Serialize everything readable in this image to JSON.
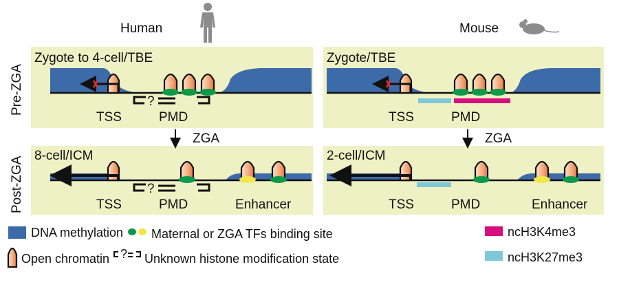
{
  "header": {
    "human": "Human",
    "mouse": "Mouse"
  },
  "rows": {
    "pre": "Pre-ZGA",
    "post": "Post-ZGA"
  },
  "panels": {
    "human_pre": {
      "title": "Zygote to 4-cell/TBE",
      "tss": "TSS",
      "pmd": "PMD",
      "bracket_q": "?"
    },
    "human_post": {
      "title": "8-cell/ICM",
      "tss": "TSS",
      "pmd": "PMD",
      "enhancer": "Enhancer",
      "bracket_q": "?"
    },
    "mouse_pre": {
      "title": "Zygote/TBE",
      "tss": "TSS",
      "pmd": "PMD"
    },
    "mouse_post": {
      "title": "2-cell/ICM",
      "tss": "TSS",
      "pmd": "PMD",
      "enhancer": "Enhancer"
    }
  },
  "transition": {
    "human": "ZGA",
    "mouse": "ZGA"
  },
  "legend": {
    "dna_methylation": "DNA methylation",
    "tf_binding": "Maternal or ZGA TFs binding site",
    "h3k4me3": "ncH3K4me3",
    "open_chromatin": "Open chromatin",
    "unknown_bracket_q": "?",
    "unknown": "Unknown histone modification state",
    "h3k27me3": "ncH3K27me3"
  },
  "colors": {
    "panel_bg": "#eef1c4",
    "methylation": "#3d6aa8",
    "tf_green": "#0c9a4a",
    "tf_yellow": "#f3e64a",
    "h3k4me3": "#d70f7e",
    "h3k27me3": "#7ec8d8",
    "repressed_mark": "#d8323a"
  }
}
